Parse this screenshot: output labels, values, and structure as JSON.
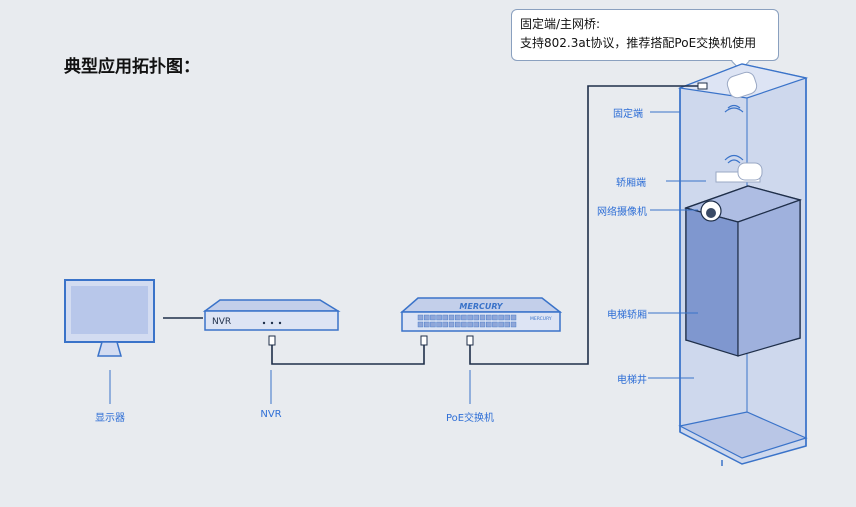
{
  "title": "典型应用拓扑图：",
  "callout": {
    "line1": "固定端/主网桥:",
    "line2": "支持802.3at协议，推荐搭配PoE交换机使用"
  },
  "devices": {
    "monitor_label": "显示器",
    "nvr_label": "NVR",
    "nvr_text": "NVR",
    "switch_label": "PoE交换机",
    "switch_brand": "MERCURY",
    "switch_brand_small": "MERCURY"
  },
  "elevator": {
    "fixed_end": "固定端",
    "car_end": "轿厢端",
    "camera": "网络摄像机",
    "car": "电梯轿厢",
    "shaft": "电梯井"
  },
  "colors": {
    "line": "#1f2f4a",
    "accent": "#3a73c9",
    "light_fill": "#c9d4ee",
    "label": "#2f6fd6"
  }
}
